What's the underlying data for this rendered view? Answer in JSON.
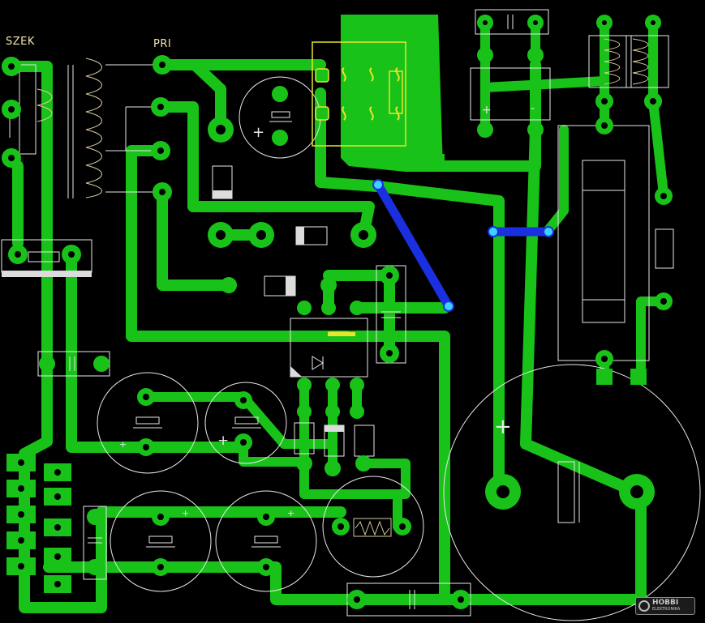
{
  "labels": {
    "secondary": "SZEK",
    "primary": "PRI"
  },
  "logo": {
    "name": "HOBBI",
    "sub": "ELEKTRONIKA"
  },
  "colors": {
    "background": "#000000",
    "copper": "#19c219",
    "jumper": "#1a2fe0",
    "silkscreen": "#e8e8e8",
    "relay_outline": "#e6e62a",
    "label_text": "#f2e6b0"
  },
  "polarity": {
    "plus": "+",
    "minus": "-"
  }
}
